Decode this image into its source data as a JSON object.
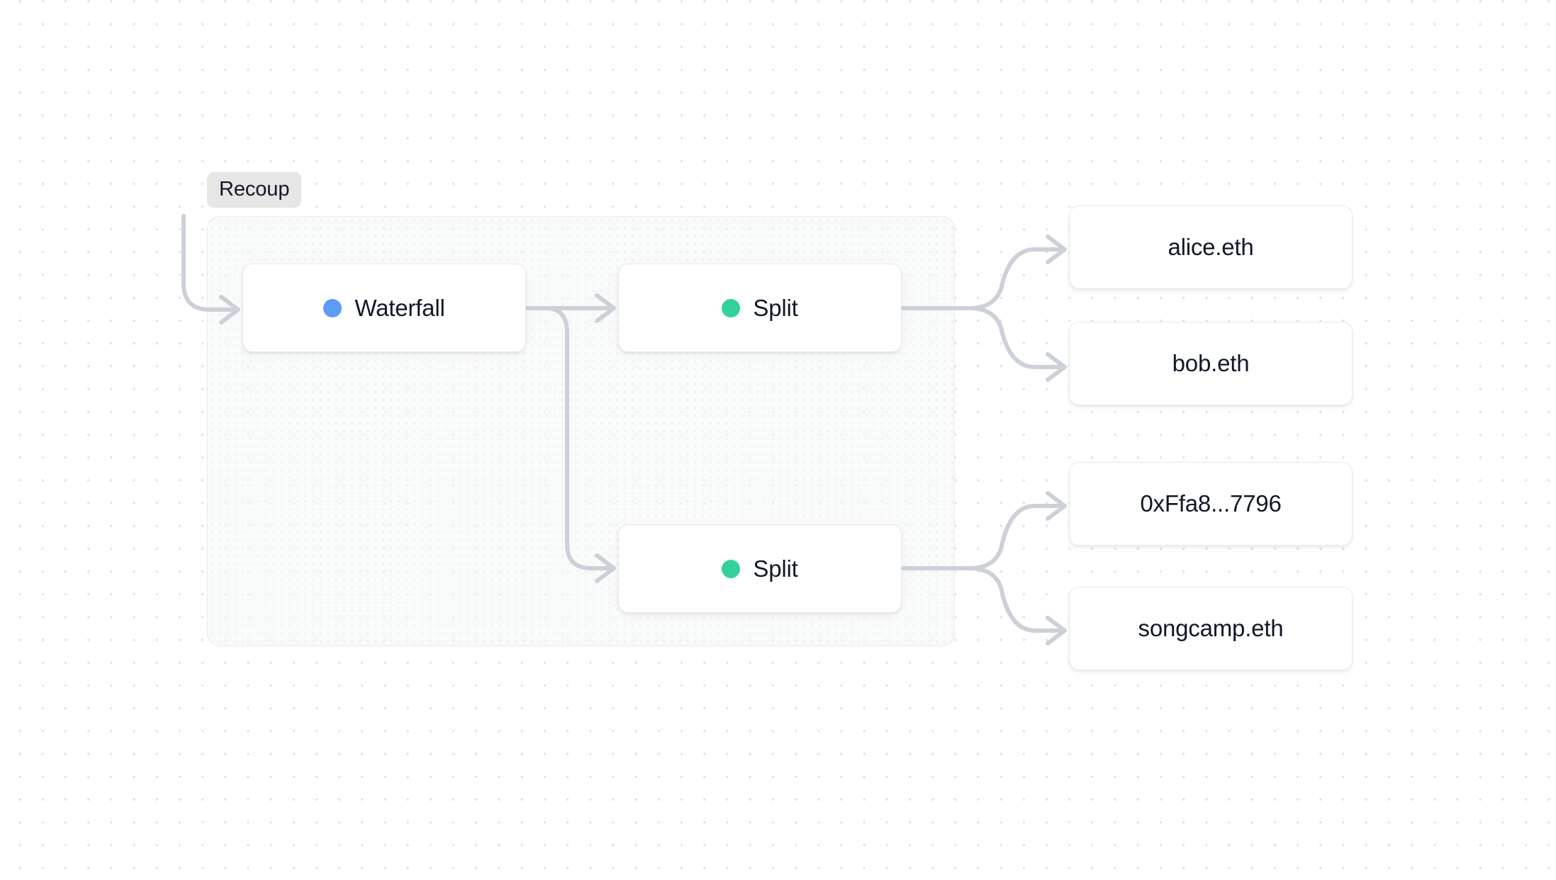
{
  "canvas": {
    "background_color": "#ffffff",
    "dot_color": "#e2e2e4",
    "edge_color": "#ccd0d9"
  },
  "group": {
    "label": "Recoup",
    "label_background": "#e6e6e7",
    "label_text_color": "#131826",
    "border_color": "#e9eaec",
    "fill_color": "#f7f8f8"
  },
  "nodes": {
    "waterfall": {
      "label": "Waterfall",
      "dot_color": "#5d9cf5",
      "type": "waterfall"
    },
    "split_top": {
      "label": "Split",
      "dot_color": "#33d19a",
      "type": "split"
    },
    "split_bottom": {
      "label": "Split",
      "dot_color": "#33d19a",
      "type": "split"
    }
  },
  "recipients": [
    {
      "label": "alice.eth"
    },
    {
      "label": "bob.eth"
    },
    {
      "label": "0xFfa8...7796"
    },
    {
      "label": "songcamp.eth"
    }
  ]
}
